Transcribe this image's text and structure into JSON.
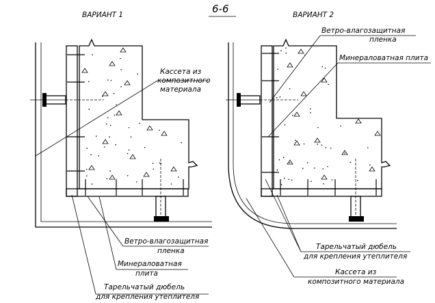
{
  "section_title": "6-6",
  "variant_1": {
    "title": "ВАРИАНТ 1",
    "labels": {
      "cassette_line1": "Кассета из",
      "cassette_line2": "композитного",
      "cassette_line3": "материала",
      "membrane_line1": "Ветро-влагозащитная",
      "membrane_line2": "пленка",
      "wool_line1": "Минераловатная",
      "wool_line2": "плита",
      "dowel_line1": "Тарельчатый дюбель",
      "dowel_line2": "для крепления утеплителя"
    }
  },
  "variant_2": {
    "title": "ВАРИАНТ 2",
    "labels": {
      "membrane_line1": "Ветро-влагозащитная",
      "membrane_line2": "пленка",
      "wool_label": "Минераловатная плита",
      "dowel_line1": "Тарельчатый дюбель",
      "dowel_line2": "для крепления утеплителя",
      "cassette_line1": "Кассета из",
      "cassette_line2": "композитного материала"
    }
  }
}
